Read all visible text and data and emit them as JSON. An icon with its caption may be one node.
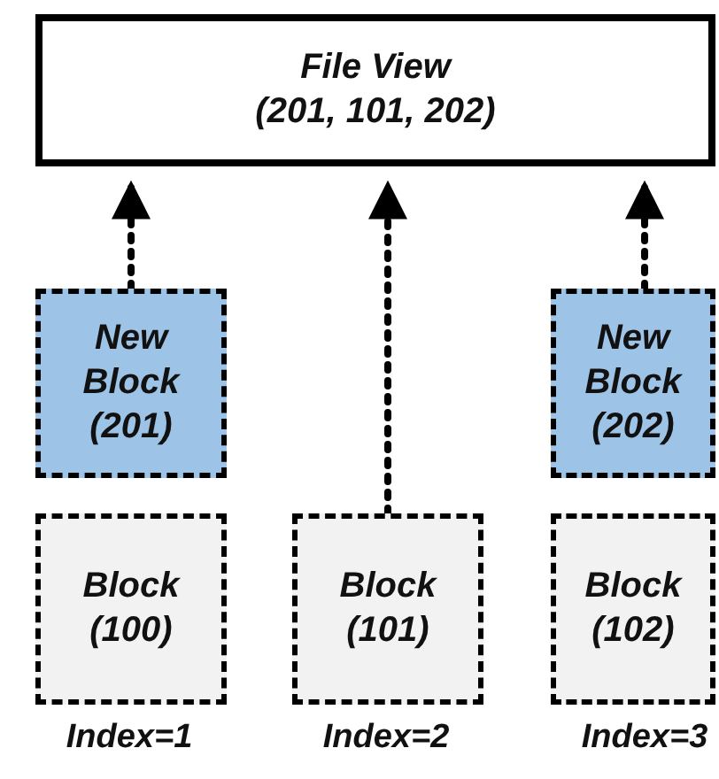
{
  "diagram": {
    "nodes": [
      {
        "text": [
          "File View",
          "(201, 101, 202)"
        ]
      },
      {
        "text": [
          "New Block (201)"
        ]
      },
      {
        "text": [
          "New Block (202)"
        ]
      },
      {
        "text": [
          "Block (100)"
        ]
      },
      {
        "text": [
          "Block (101)"
        ]
      },
      {
        "text": [
          "Block (102)"
        ]
      }
    ],
    "edges": [
      {
        "from": 1,
        "to": 0,
        "arrow": "to",
        "style": "dashed"
      },
      {
        "from": 4,
        "to": 0,
        "arrow": "to",
        "style": "dashed"
      },
      {
        "from": 2,
        "to": 0,
        "arrow": "to",
        "style": "dashed"
      }
    ],
    "labels": [
      "Index=1",
      "Index=2",
      "Index=3"
    ]
  }
}
